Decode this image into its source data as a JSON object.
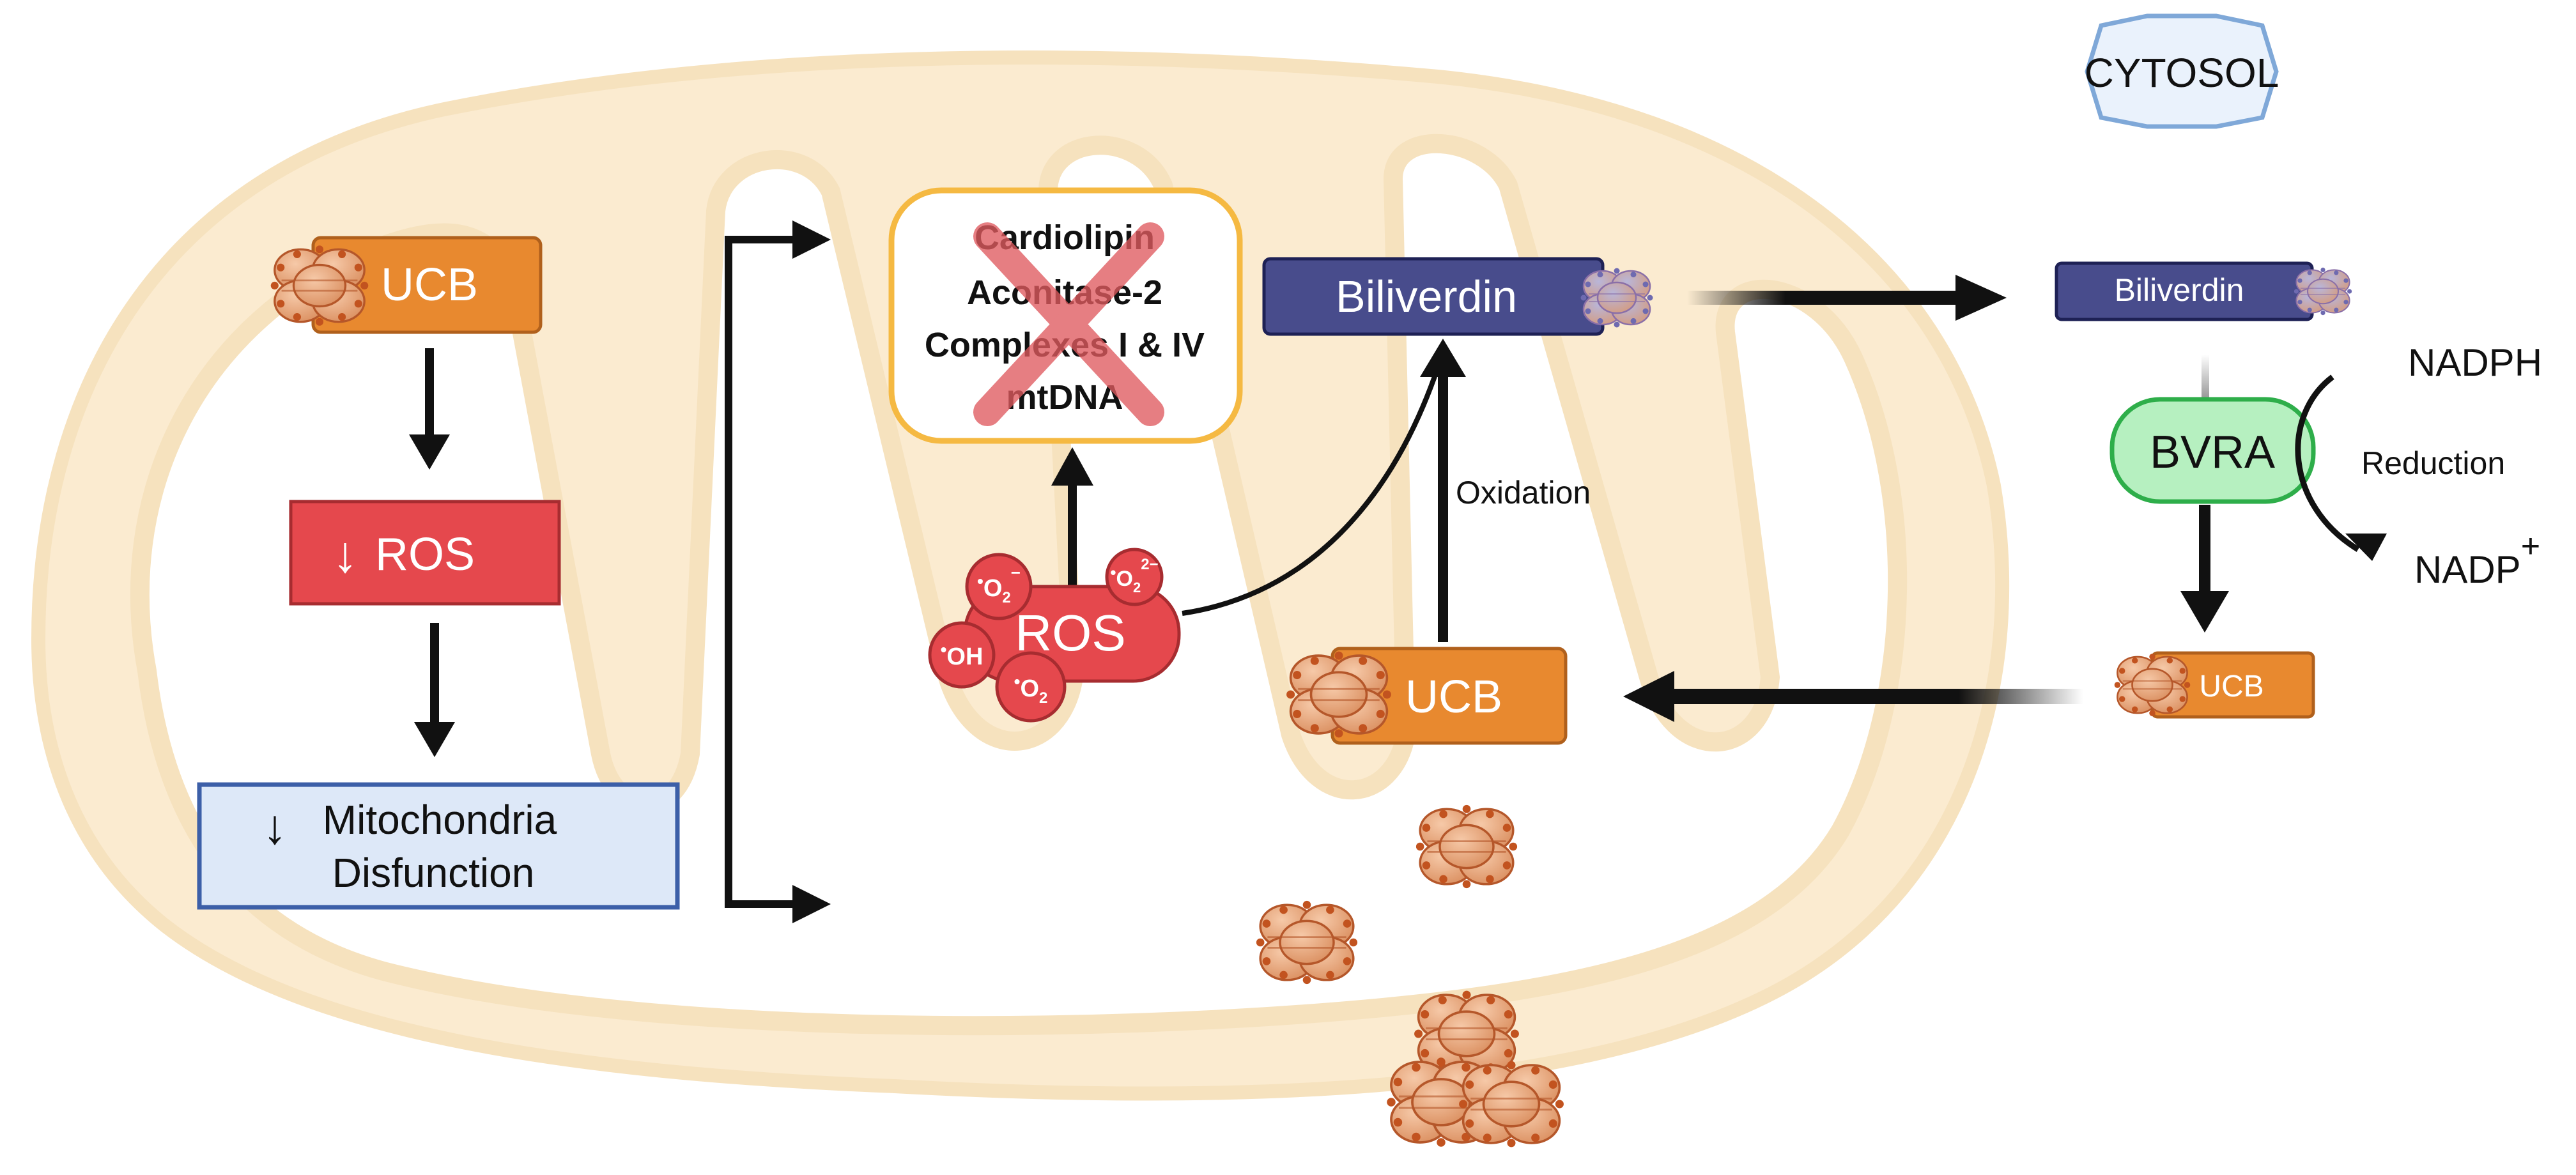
{
  "compartment_label": "CYTOSOL",
  "mito": {
    "ucb_label": "UCB",
    "ros_down_arrow": "↓",
    "ros_label": "ROS",
    "dysfunction_arrow": "↓",
    "dysfunction_line1": "Mitochondria",
    "dysfunction_line2": "Disfunction",
    "targets": [
      "Cardiolipin",
      "Aconitase-2",
      "Complexes I & IV",
      "mtDNA"
    ],
    "ros_cluster_label": "ROS",
    "radicals": [
      {
        "dot": "•",
        "base": "O",
        "sub": "2",
        "sup": "−"
      },
      {
        "dot": "•",
        "base": "O",
        "sub": "2",
        "sup": "2−"
      },
      {
        "dot": "•",
        "base": "OH",
        "sub": "",
        "sup": ""
      },
      {
        "dot": "•",
        "base": "O",
        "sub": "2",
        "sup": ""
      }
    ],
    "biliverdin_label": "Biliverdin",
    "oxidation_label": "Oxidation",
    "ucb2_label": "UCB"
  },
  "cytosol": {
    "biliverdin_label": "Biliverdin",
    "bvra_label": "BVRA",
    "nadph_label": "NADPH",
    "reduction_label": "Reduction",
    "nadp_label": "NADP",
    "nadp_sup": "+",
    "ucb_label": "UCB"
  },
  "colors": {
    "ucb": "#E8892F",
    "ros": "#E5484D",
    "dysfunction_fill": "#DDE8F8",
    "dysfunction_border": "#3C5FA8",
    "biliverdin": "#484C8C",
    "bvra_fill": "#B6F0C0",
    "bvra_border": "#2EAE4A",
    "target_border": "#F5B942",
    "cross": "#E05A5F",
    "mito_fill": "#FBEBD0",
    "mito_stroke": "#F6E2BE",
    "cytosol_fill": "#EAF2FC",
    "cytosol_border": "#7FA8D8"
  },
  "icons": [
    "bilirubin-molecule-icon",
    "cross-mark-icon",
    "arrow-icon"
  ]
}
